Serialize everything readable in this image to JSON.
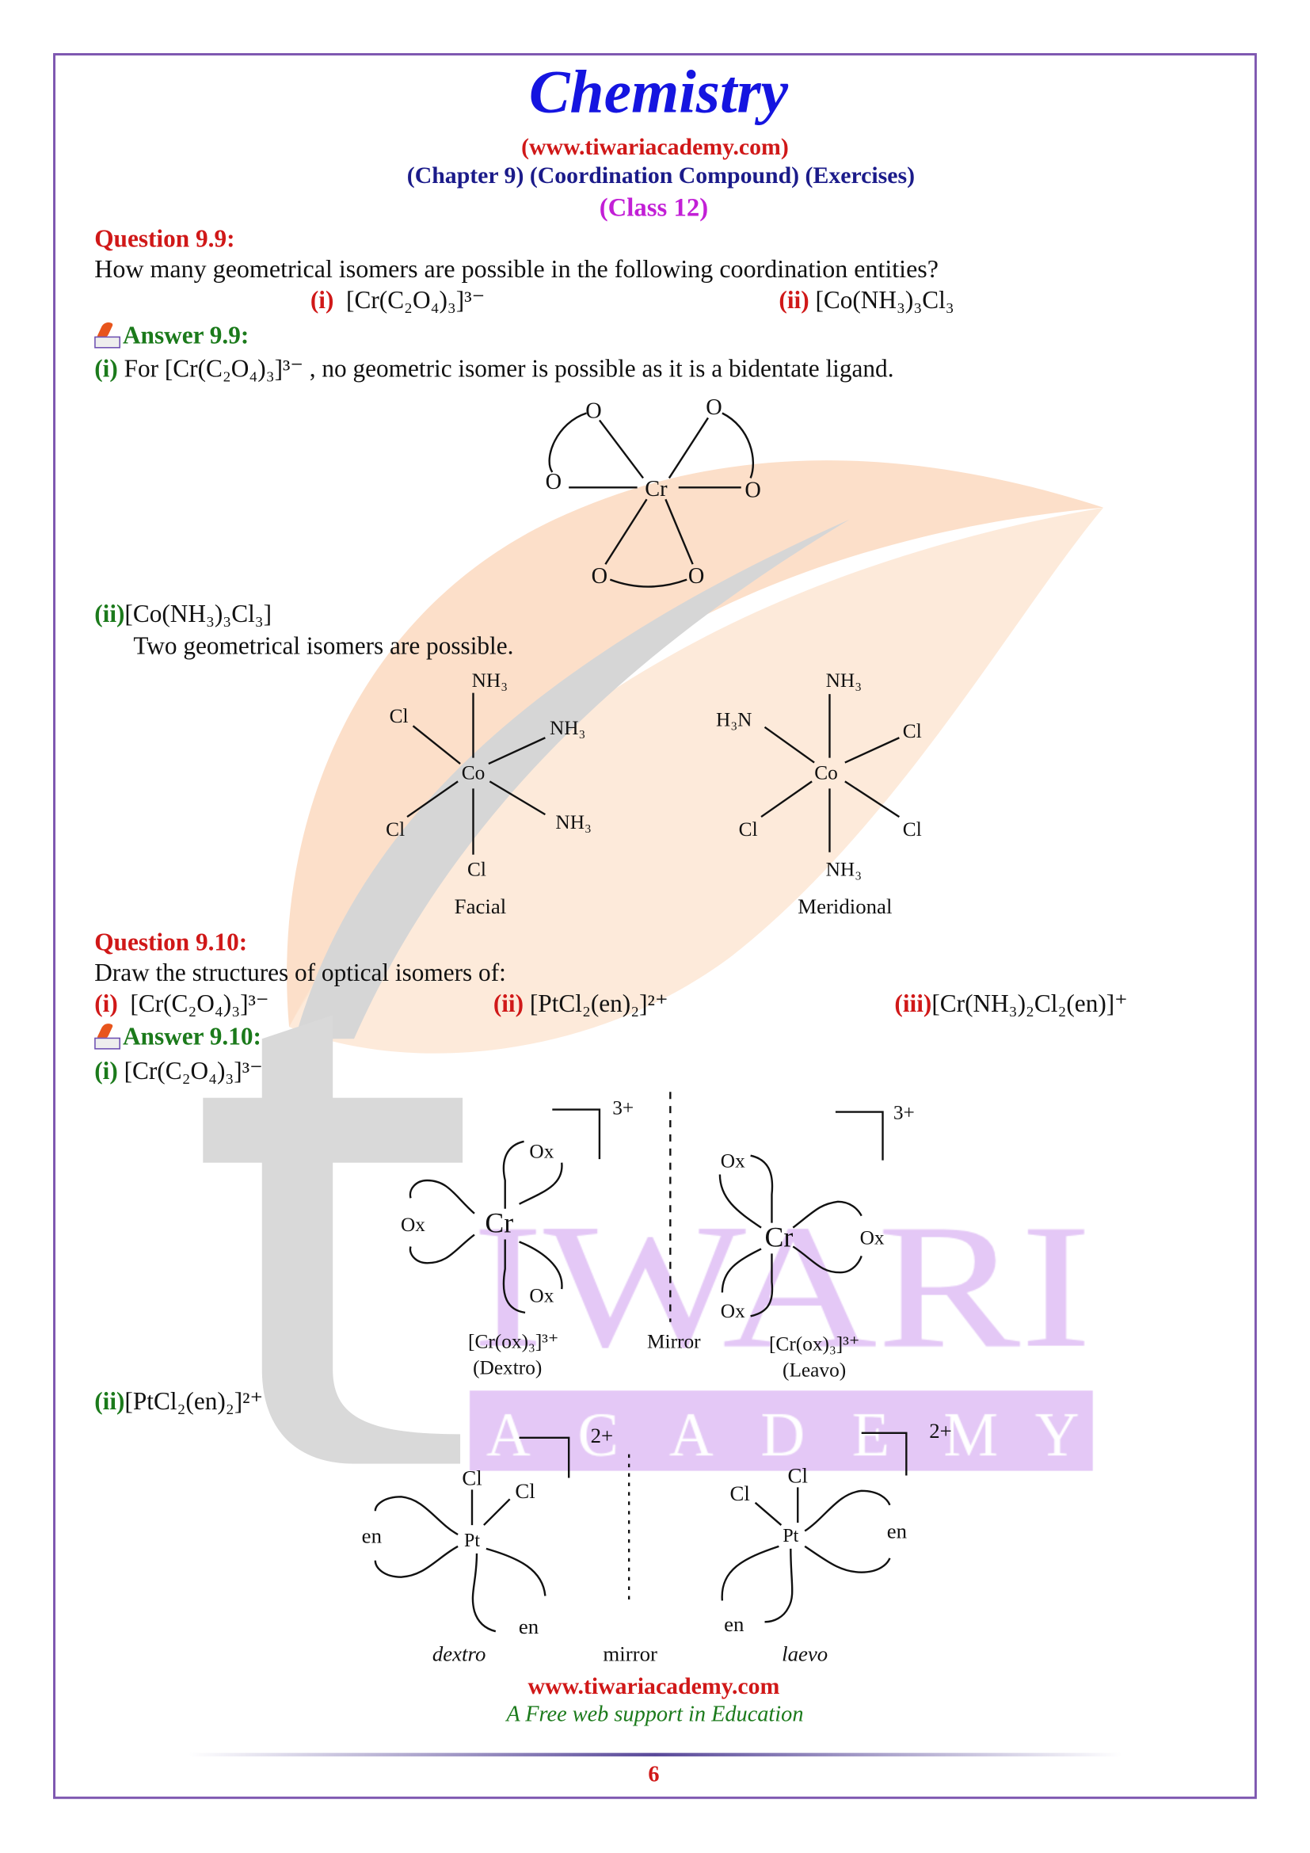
{
  "header": {
    "title": "Chemistry",
    "url": "(www.tiwariacademy.com)",
    "chapter": "(Chapter 9) (Coordination Compound) (Exercises)",
    "class": "(Class 12)"
  },
  "q99": {
    "label": "Question 9.9:",
    "text": "How many geometrical isomers are possible in the following coordination entities?",
    "items": [
      {
        "num": "(i)",
        "formula": "[Cr(C₂O₄)₃]³⁻"
      },
      {
        "num": "(ii)",
        "formula": "[Co(NH₃)₃Cl₃"
      }
    ]
  },
  "a99": {
    "label": "Answer 9.9:",
    "i_num": "(i)",
    "i_text": "For [Cr(C₂O₄)₃]³⁻ , no geometric isomer is possible as it is a bidentate ligand.",
    "ox_diagram": {
      "center": "Cr",
      "ligand": "O"
    },
    "ii_num": "(ii)",
    "ii_formula": "[Co(NH₃)₃Cl₃]",
    "ii_text": "Two geometrical isomers are possible.",
    "facial": {
      "center": "Co",
      "nh3": "NH₃",
      "cl": "Cl",
      "caption": "Facial"
    },
    "meridional": {
      "center": "Co",
      "nh3": "NH₃",
      "h3n": "H₃N",
      "cl": "Cl",
      "caption": "Meridional"
    }
  },
  "q910": {
    "label": "Question 9.10:",
    "text": "Draw the structures of optical isomers of:",
    "items": [
      {
        "num": "(i)",
        "formula": "[Cr(C₂O₄)₃]³⁻"
      },
      {
        "num": "(ii)",
        "formula": "[PtCl₂(en)₂]²⁺"
      },
      {
        "num": "(iii)",
        "formula": "[Cr(NH₃)₂Cl₂(en)]⁺"
      }
    ]
  },
  "a910": {
    "label": "Answer 9.10:",
    "i_num": "(i)",
    "i_formula": "[Cr(C₂O₄)₃]³⁻",
    "cr": {
      "center": "Cr",
      "ligand": "Ox",
      "charge": "3+",
      "formula": "[Cr(ox)₃]³⁺",
      "dextro": "(Dextro)",
      "leavo": "(Leavo)",
      "mirror": "Mirror"
    },
    "ii_num": "(ii)",
    "ii_formula": "[PtCl₂(en)₂]²⁺",
    "pt": {
      "center": "Pt",
      "cl": "Cl",
      "en": "en",
      "charge": "2+",
      "dextro": "dextro",
      "laevo": "laevo",
      "mirror": "mirror"
    }
  },
  "watermark": {
    "letters": "IWARI",
    "band": "ACADEMY",
    "colors": {
      "leaf": "#fbd9bf",
      "t": "#d9d9d9",
      "purple": "#e4c8f6"
    }
  },
  "footer": {
    "url": "www.tiwariacademy.com",
    "tagline": "A Free web support in Education",
    "page": "6"
  },
  "colors": {
    "title": "#1515e0",
    "question": "#d01818",
    "answer": "#1b7a1b",
    "class": "#c21fd6",
    "frame": "#7e57b0"
  }
}
